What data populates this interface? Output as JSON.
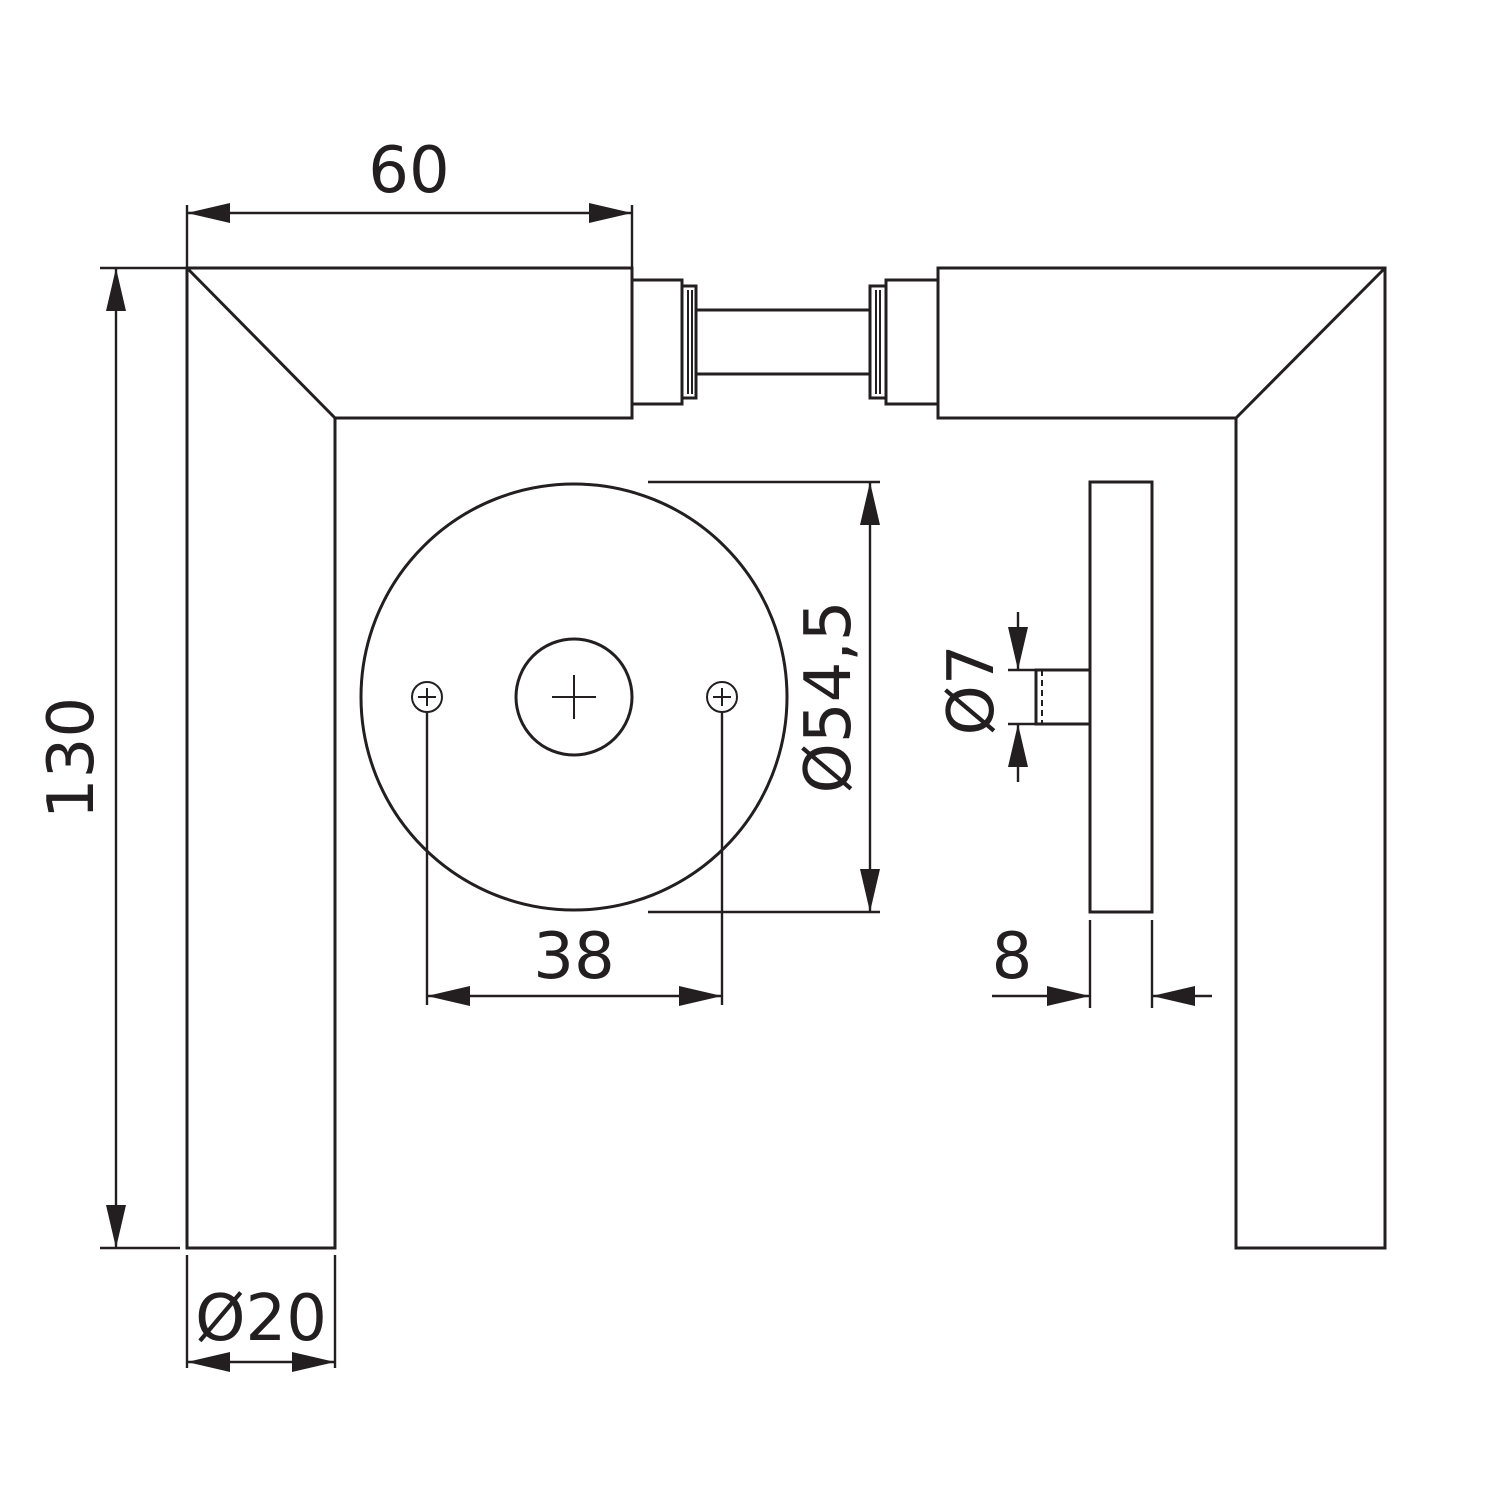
{
  "dimensions": {
    "lever_length": "60",
    "lever_height": "130",
    "lever_diameter": "Ø20",
    "rose_diameter": "Ø54,5",
    "screw_spacing": "38",
    "spindle_diameter": "Ø7",
    "rose_thickness": "8"
  }
}
